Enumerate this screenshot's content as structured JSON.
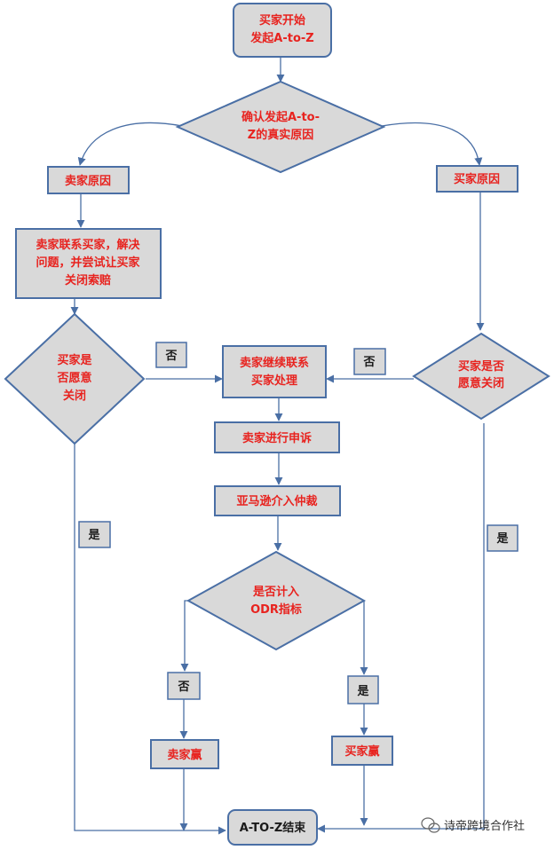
{
  "nodes": {
    "start_l1": "买家开始",
    "start_l2": "发起A-to-Z",
    "confirm_l1": "确认发起A-to-",
    "confirm_l2": "Z的真实原因",
    "seller_reason": "卖家原因",
    "buyer_reason": "买家原因",
    "seller_contact_l1": "卖家联系买家，解决",
    "seller_contact_l2": "问题，并尝试让买家",
    "seller_contact_l3": "关闭索赔",
    "left_decision_l1": "买家是",
    "left_decision_l2": "否愿意",
    "left_decision_l3": "关闭",
    "continue_l1": "卖家继续联系",
    "continue_l2": "买家处理",
    "right_decision_l1": "买家是否",
    "right_decision_l2": "愿意关闭",
    "appeal": "卖家进行申诉",
    "amazon": "亚马逊介入仲裁",
    "odr_l1": "是否计入",
    "odr_l2": "ODR指标",
    "seller_win": "卖家赢",
    "buyer_win": "买家赢",
    "end": "A-TO-Z结束"
  },
  "labels": {
    "no_left": "否",
    "no_right": "否",
    "yes_left": "是",
    "yes_right": "是",
    "no_odr": "否",
    "yes_odr": "是"
  },
  "watermark": {
    "text": "诗帝跨境合作社",
    "icon": "wechat-icon"
  },
  "colors": {
    "fill": "#d9d9d9",
    "stroke": "#4a6fa5",
    "text": "#e8231f",
    "arrow": "#4a6fa5"
  }
}
